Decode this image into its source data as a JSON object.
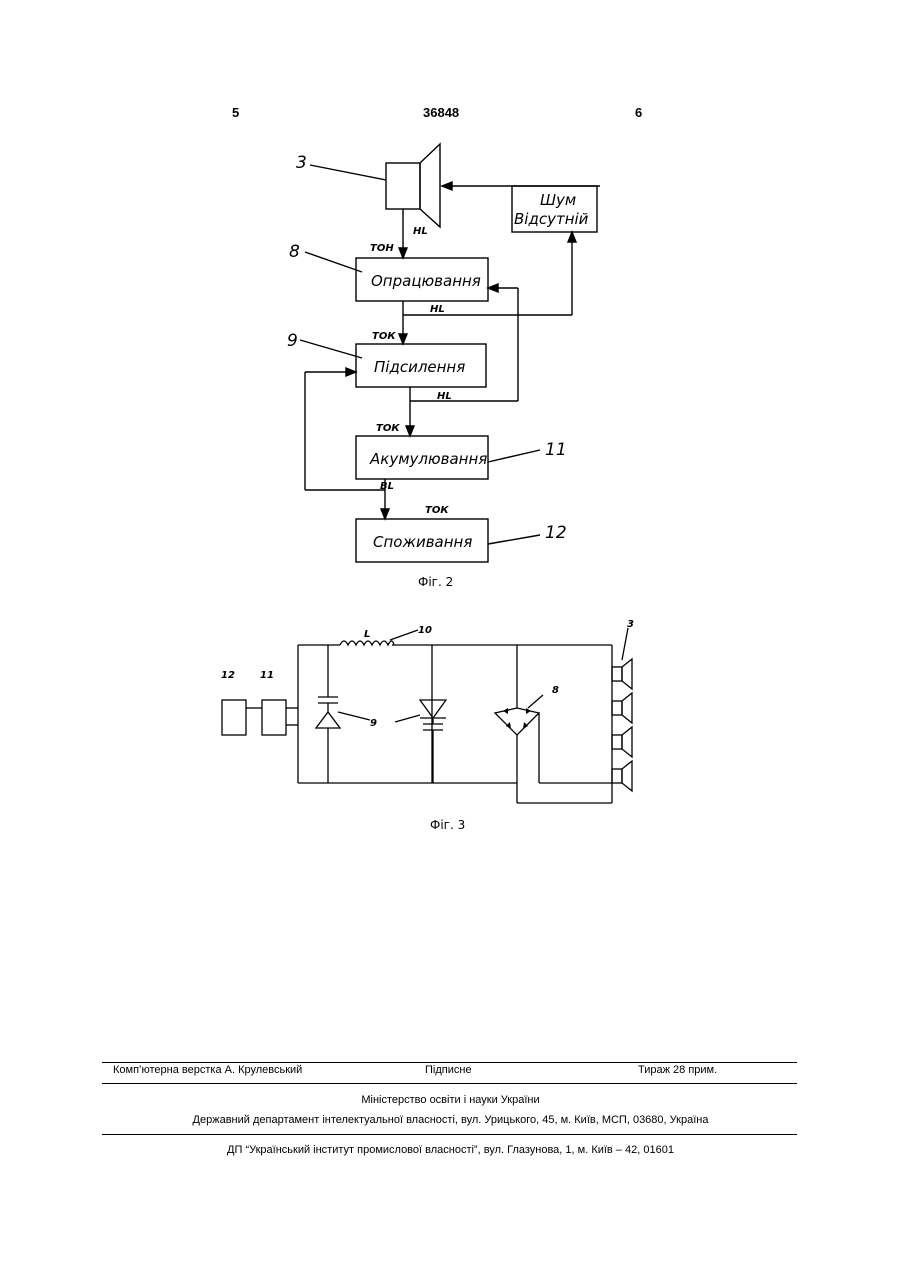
{
  "header": {
    "left_page": "5",
    "patent_no": "36848",
    "right_page": "6"
  },
  "fig2": {
    "caption": "Фіг. 2",
    "blocks": {
      "noise": [
        "Шум",
        "Відсутній"
      ],
      "processing": "Опрацювання",
      "amplification": "Підсилення",
      "accumulation": "Акумулювання",
      "consumption": "Споживання"
    },
    "labels": {
      "n3": "3",
      "n8": "8",
      "n9": "9",
      "n11": "11",
      "n12": "12",
      "hl1": "НL",
      "ton": "ТОН",
      "hl2": "НL",
      "tok1": "ТОК",
      "hl3": "НL",
      "tok2": "ТОК",
      "bl": "ВL",
      "tok3": "ТОК"
    }
  },
  "fig3": {
    "caption": "Фіг. 3",
    "labels": {
      "n12": "12",
      "n11": "11",
      "L": "L",
      "n10": "10",
      "n9": "9",
      "n8": "8",
      "n3": "3"
    }
  },
  "footer": {
    "typesetting": "Комп’ютерна верстка А. Крулевський",
    "signed": "Підписне",
    "circulation": "Тираж 28 прим.",
    "ministry": "Міністерство освіти і науки України",
    "department": "Державний департамент інтелектуальної власності, вул. Урицького, 45, м. Київ, МСП, 03680, Україна",
    "institute": "ДП “Український інститут промислової власності”, вул. Глазунова, 1, м. Київ – 42, 01601"
  }
}
